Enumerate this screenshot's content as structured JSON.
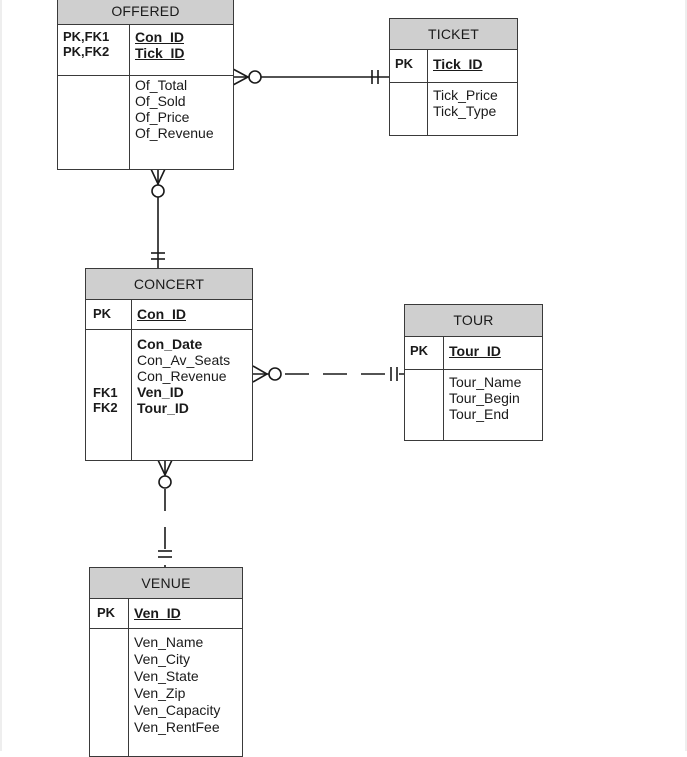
{
  "entities": {
    "offered": {
      "title": "OFFERED",
      "keys": [
        "PK,FK1",
        "PK,FK2"
      ],
      "key_attrs": [
        "Con_ID",
        "Tick_ID"
      ],
      "attrs": [
        "Of_Total",
        "Of_Sold",
        "Of_Price",
        "Of_Revenue"
      ]
    },
    "ticket": {
      "title": "TICKET",
      "pk_label": "PK",
      "pk_attr": "Tick_ID",
      "attrs": [
        "Tick_Price",
        "Tick_Type"
      ]
    },
    "concert": {
      "title": "CONCERT",
      "pk_label": "PK",
      "pk_attr": "Con_ID",
      "attrs": [
        "Con_Date",
        "Con_Av_Seats",
        "Con_Revenue",
        "Ven_ID",
        "Tour_ID"
      ],
      "fk_labels": [
        "FK1",
        "FK2"
      ]
    },
    "tour": {
      "title": "TOUR",
      "pk_label": "PK",
      "pk_attr": "Tour_ID",
      "attrs": [
        "Tour_Name",
        "Tour_Begin",
        "Tour_End"
      ]
    },
    "venue": {
      "title": "VENUE",
      "pk_label": "PK",
      "pk_attr": "Ven_ID",
      "attrs": [
        "Ven_Name",
        "Ven_City",
        "Ven_State",
        "Ven_Zip",
        "Ven_Capacity",
        "Ven_RentFee"
      ]
    }
  },
  "relationships": [
    {
      "from": "offered",
      "to": "ticket",
      "from_end": "zero-or-many",
      "to_end": "exactly-one",
      "style": "solid"
    },
    {
      "from": "offered",
      "to": "concert",
      "from_end": "zero-or-many",
      "to_end": "exactly-one",
      "style": "solid"
    },
    {
      "from": "concert",
      "to": "tour",
      "from_end": "zero-or-many",
      "to_end": "exactly-one",
      "style": "dashed"
    },
    {
      "from": "concert",
      "to": "venue",
      "from_end": "zero-or-many",
      "to_end": "exactly-one",
      "style": "dashed"
    }
  ],
  "colors": {
    "header_fill": "#cfcfcf",
    "border": "#3a3a3a",
    "line": "#1a1a1a"
  }
}
